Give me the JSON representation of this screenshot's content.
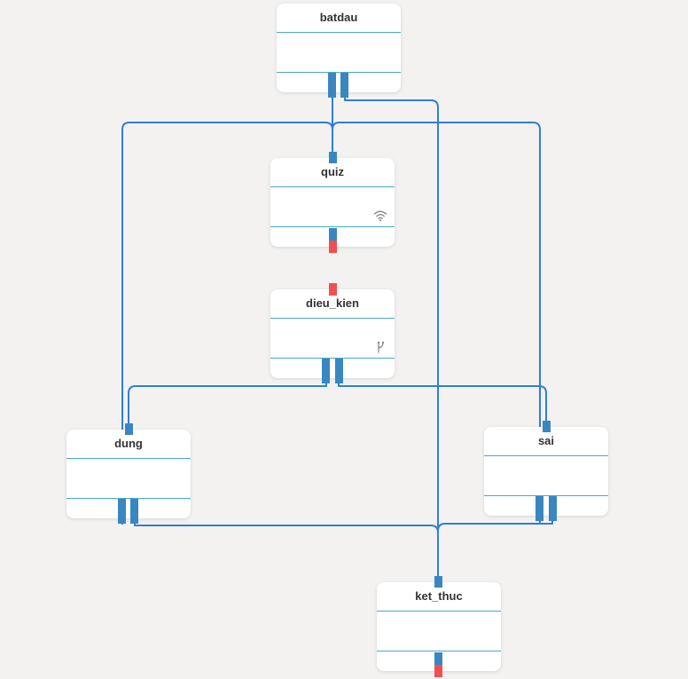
{
  "nodes": {
    "batdau": "batdau",
    "quiz": "quiz",
    "dieu_kien": "dieu_kien",
    "dung": "dung",
    "sai": "sai",
    "ket_thuc": "ket_thuc"
  },
  "icons": {
    "quiz": "wifi-icon",
    "dieu_kien": "branch-icon"
  },
  "colors": {
    "background": "#f3f2f1",
    "connector": "#2f7fd8",
    "port": "#3a86c0",
    "port_terminal": "#f05050",
    "separator": "#4aa8c8",
    "icon": "#888888"
  }
}
